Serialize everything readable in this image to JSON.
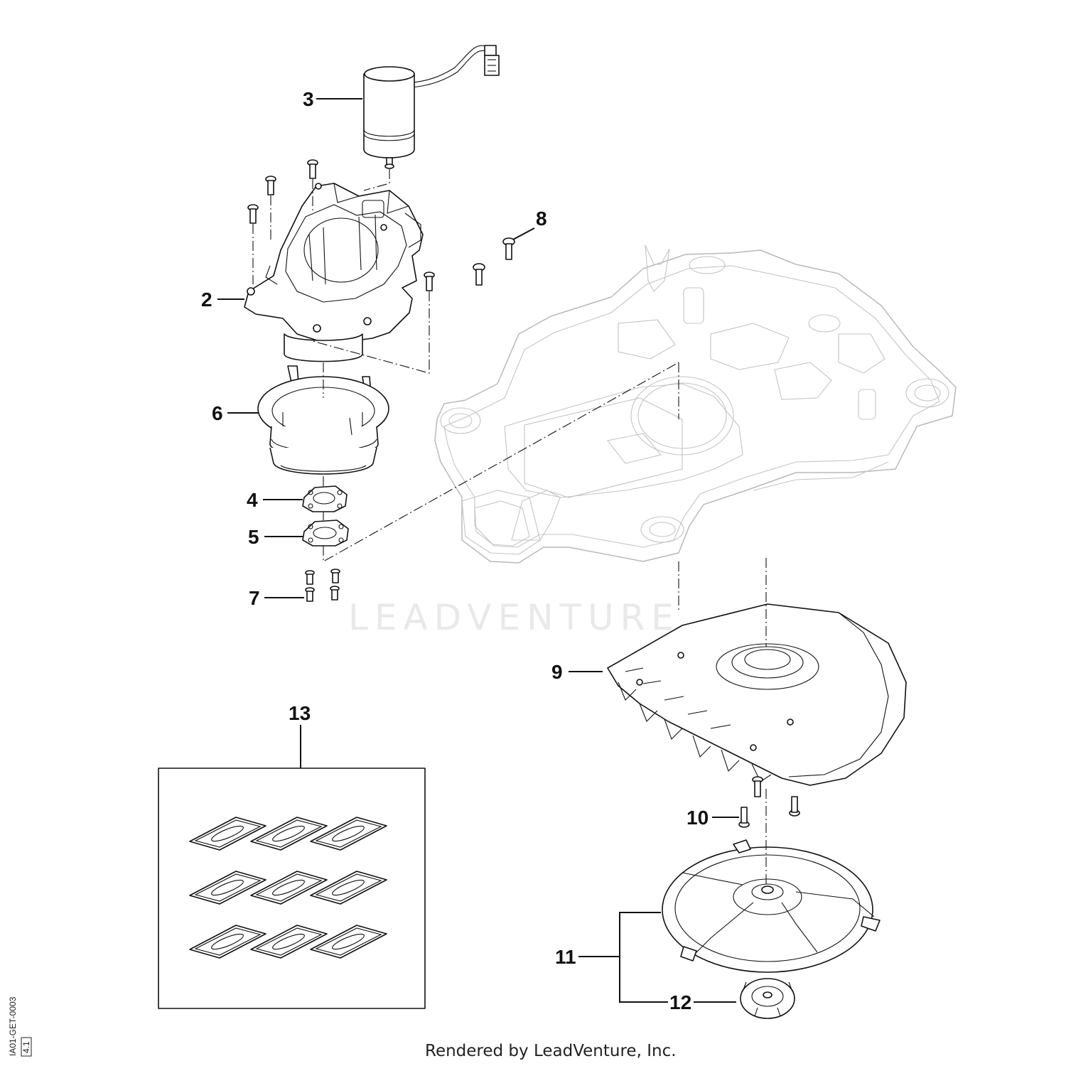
{
  "callouts": [
    {
      "id": "3",
      "label": "3"
    },
    {
      "id": "2",
      "label": "2"
    },
    {
      "id": "8",
      "label": "8"
    },
    {
      "id": "6",
      "label": "6"
    },
    {
      "id": "4",
      "label": "4"
    },
    {
      "id": "5",
      "label": "5"
    },
    {
      "id": "7",
      "label": "7"
    },
    {
      "id": "9",
      "label": "9"
    },
    {
      "id": "13",
      "label": "13"
    },
    {
      "id": "10",
      "label": "10"
    },
    {
      "id": "11",
      "label": "11"
    },
    {
      "id": "12",
      "label": "12"
    }
  ],
  "watermark": "LEADVENTURE",
  "footer": "Rendered by LeadVenture, Inc.",
  "diagram_code": "IA01-GET-0003",
  "diagram_rev": "4.1"
}
